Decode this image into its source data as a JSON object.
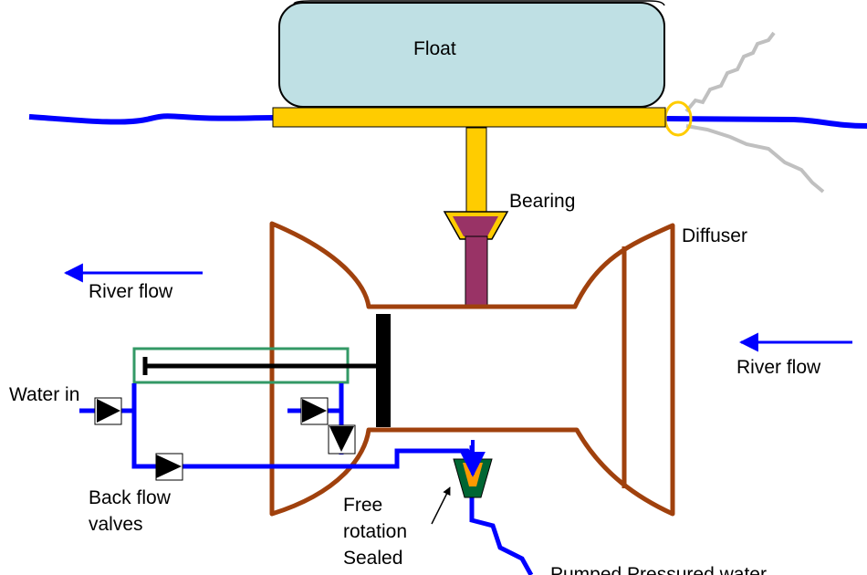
{
  "labels": {
    "float": "Float",
    "bearing": "Bearing",
    "diffuser": "Diffuser",
    "river_flow_left": "River flow",
    "river_flow_right": "River flow",
    "water_in": "Water in",
    "back_flow_line1": "Back flow",
    "back_flow_line2": "valves",
    "free_line1": "Free",
    "free_line2": "rotation",
    "free_line3": "Sealed",
    "pumped": "Pumped Pressured water"
  },
  "colors": {
    "water": "#0000ff",
    "float_fill": "#bfe0e4",
    "platform": "#ffcc00",
    "bearing_shaft": "#993366",
    "turbine": "#a0410d",
    "valve_box": "#339966",
    "mooring_rope": "#c0c0c0"
  }
}
